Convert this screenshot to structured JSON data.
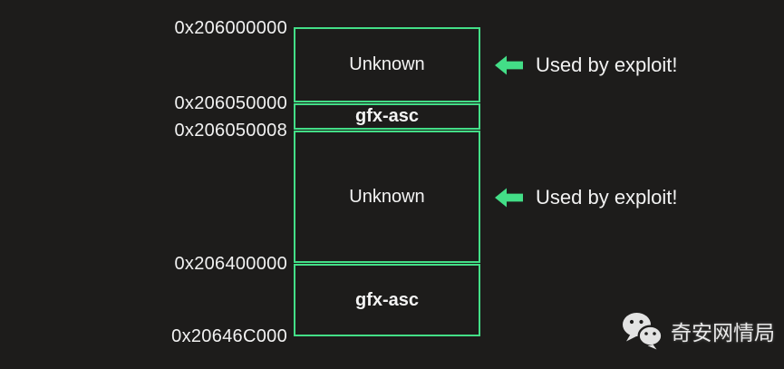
{
  "colors": {
    "background": "#1d1c1b",
    "green": "#43de87",
    "text": "#f2f2f2",
    "watermark_text": "#e9e9e9"
  },
  "memory_map": {
    "addresses": [
      "0x206000000",
      "0x206050000",
      "0x206050008",
      "0x206400000",
      "0x20646C000"
    ],
    "regions": [
      {
        "label": "Unknown",
        "bold": false
      },
      {
        "label": "gfx-asc",
        "bold": true
      },
      {
        "label": "Unknown",
        "bold": false
      },
      {
        "label": "gfx-asc",
        "bold": true
      }
    ],
    "annotations": [
      {
        "icon": "left-arrow-icon",
        "text": "Used by exploit!"
      },
      {
        "icon": "left-arrow-icon",
        "text": "Used by exploit!"
      }
    ]
  },
  "watermark": {
    "icon": "wechat-icon",
    "brand": "奇安网情局"
  }
}
